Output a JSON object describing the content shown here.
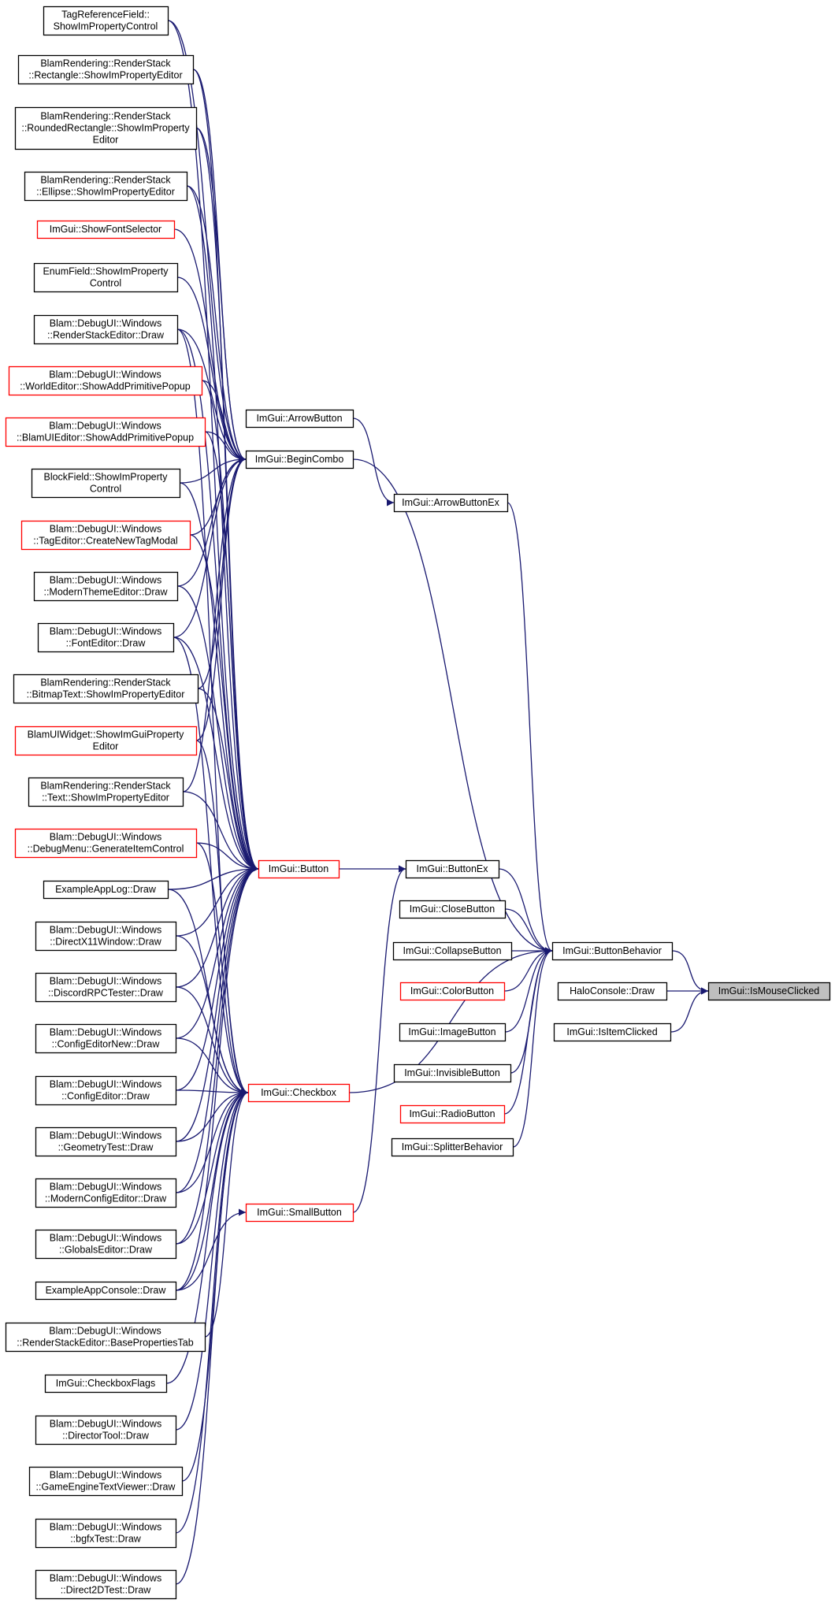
{
  "graph": {
    "colors": {
      "edge": "#191970",
      "caller_border": "#000000",
      "incomplete_border": "#ff0000",
      "root_fill": "#bfbfbf"
    },
    "nodes": [
      {
        "id": "n0",
        "style": "black",
        "lines": [
          "TagReferenceField::",
          "ShowImPropertyControl"
        ]
      },
      {
        "id": "n1",
        "style": "black",
        "lines": [
          "BlamRendering::RenderStack",
          "::Rectangle::ShowImPropertyEditor"
        ]
      },
      {
        "id": "n2",
        "style": "black",
        "lines": [
          "BlamRendering::RenderStack",
          "::RoundedRectangle::ShowImProperty",
          "Editor"
        ]
      },
      {
        "id": "n3",
        "style": "black",
        "lines": [
          "BlamRendering::RenderStack",
          "::Ellipse::ShowImPropertyEditor"
        ]
      },
      {
        "id": "n4",
        "style": "red",
        "lines": [
          "ImGui::ShowFontSelector"
        ]
      },
      {
        "id": "n5",
        "style": "black",
        "lines": [
          "EnumField::ShowImProperty",
          "Control"
        ]
      },
      {
        "id": "n6",
        "style": "black",
        "lines": [
          "Blam::DebugUI::Windows",
          "::RenderStackEditor::Draw"
        ]
      },
      {
        "id": "n7",
        "style": "red",
        "lines": [
          "Blam::DebugUI::Windows",
          "::WorldEditor::ShowAddPrimitivePopup"
        ]
      },
      {
        "id": "n8",
        "style": "red",
        "lines": [
          "Blam::DebugUI::Windows",
          "::BlamUIEditor::ShowAddPrimitivePopup"
        ]
      },
      {
        "id": "n9",
        "style": "black",
        "lines": [
          "BlockField::ShowImProperty",
          "Control"
        ]
      },
      {
        "id": "n10",
        "style": "red",
        "lines": [
          "Blam::DebugUI::Windows",
          "::TagEditor::CreateNewTagModal"
        ]
      },
      {
        "id": "n11",
        "style": "black",
        "lines": [
          "Blam::DebugUI::Windows",
          "::ModernThemeEditor::Draw"
        ]
      },
      {
        "id": "n12",
        "style": "black",
        "lines": [
          "Blam::DebugUI::Windows",
          "::FontEditor::Draw"
        ]
      },
      {
        "id": "n13",
        "style": "black",
        "lines": [
          "BlamRendering::RenderStack",
          "::BitmapText::ShowImPropertyEditor"
        ]
      },
      {
        "id": "n14",
        "style": "red",
        "lines": [
          "BlamUIWidget::ShowImGuiProperty",
          "Editor"
        ]
      },
      {
        "id": "n15",
        "style": "black",
        "lines": [
          "BlamRendering::RenderStack",
          "::Text::ShowImPropertyEditor"
        ]
      },
      {
        "id": "n16",
        "style": "red",
        "lines": [
          "Blam::DebugUI::Windows",
          "::DebugMenu::GenerateItemControl"
        ]
      },
      {
        "id": "n17",
        "style": "black",
        "lines": [
          "ExampleAppLog::Draw"
        ]
      },
      {
        "id": "n18",
        "style": "black",
        "lines": [
          "Blam::DebugUI::Windows",
          "::DirectX11Window::Draw"
        ]
      },
      {
        "id": "n19",
        "style": "black",
        "lines": [
          "Blam::DebugUI::Windows",
          "::DiscordRPCTester::Draw"
        ]
      },
      {
        "id": "n20",
        "style": "black",
        "lines": [
          "Blam::DebugUI::Windows",
          "::ConfigEditorNew::Draw"
        ]
      },
      {
        "id": "n21",
        "style": "black",
        "lines": [
          "Blam::DebugUI::Windows",
          "::ConfigEditor::Draw"
        ]
      },
      {
        "id": "n22",
        "style": "black",
        "lines": [
          "Blam::DebugUI::Windows",
          "::GeometryTest::Draw"
        ]
      },
      {
        "id": "n23",
        "style": "black",
        "lines": [
          "Blam::DebugUI::Windows",
          "::ModernConfigEditor::Draw"
        ]
      },
      {
        "id": "n24",
        "style": "black",
        "lines": [
          "Blam::DebugUI::Windows",
          "::GlobalsEditor::Draw"
        ]
      },
      {
        "id": "n25",
        "style": "black",
        "lines": [
          "ExampleAppConsole::Draw"
        ]
      },
      {
        "id": "n26",
        "style": "black",
        "lines": [
          "Blam::DebugUI::Windows",
          "::RenderStackEditor::BasePropertiesTab"
        ]
      },
      {
        "id": "n27",
        "style": "black",
        "lines": [
          "ImGui::CheckboxFlags"
        ]
      },
      {
        "id": "n28",
        "style": "black",
        "lines": [
          "Blam::DebugUI::Windows",
          "::DirectorTool::Draw"
        ]
      },
      {
        "id": "n29",
        "style": "black",
        "lines": [
          "Blam::DebugUI::Windows",
          "::GameEngineTextViewer::Draw"
        ]
      },
      {
        "id": "n30",
        "style": "black",
        "lines": [
          "Blam::DebugUI::Windows",
          "::bgfxTest::Draw"
        ]
      },
      {
        "id": "n31",
        "style": "black",
        "lines": [
          "Blam::DebugUI::Windows",
          "::Direct2DTest::Draw"
        ]
      },
      {
        "id": "n32",
        "style": "black",
        "lines": [
          "ImGui::ArrowButton"
        ]
      },
      {
        "id": "n33",
        "style": "black",
        "lines": [
          "ImGui::BeginCombo"
        ]
      },
      {
        "id": "n34",
        "style": "red",
        "lines": [
          "ImGui::Button"
        ]
      },
      {
        "id": "n35",
        "style": "red",
        "lines": [
          "ImGui::Checkbox"
        ]
      },
      {
        "id": "n36",
        "style": "red",
        "lines": [
          "ImGui::SmallButton"
        ]
      },
      {
        "id": "n37",
        "style": "black",
        "lines": [
          "ImGui::ArrowButtonEx"
        ]
      },
      {
        "id": "n38",
        "style": "black",
        "lines": [
          "ImGui::ButtonEx"
        ]
      },
      {
        "id": "n39",
        "style": "black",
        "lines": [
          "ImGui::CloseButton"
        ]
      },
      {
        "id": "n40",
        "style": "black",
        "lines": [
          "ImGui::CollapseButton"
        ]
      },
      {
        "id": "n41",
        "style": "red",
        "lines": [
          "ImGui::ColorButton"
        ]
      },
      {
        "id": "n42",
        "style": "black",
        "lines": [
          "ImGui::ImageButton"
        ]
      },
      {
        "id": "n43",
        "style": "black",
        "lines": [
          "ImGui::InvisibleButton"
        ]
      },
      {
        "id": "n44",
        "style": "red",
        "lines": [
          "ImGui::RadioButton"
        ]
      },
      {
        "id": "n45",
        "style": "black",
        "lines": [
          "ImGui::SplitterBehavior"
        ]
      },
      {
        "id": "n46",
        "style": "black",
        "lines": [
          "ImGui::ButtonBehavior"
        ]
      },
      {
        "id": "n47",
        "style": "black",
        "lines": [
          "HaloConsole::Draw"
        ]
      },
      {
        "id": "n48",
        "style": "black",
        "lines": [
          "ImGui::IsItemClicked"
        ]
      },
      {
        "id": "n49",
        "style": "root",
        "lines": [
          "ImGui::IsMouseClicked"
        ]
      }
    ],
    "edges": [
      [
        "n46",
        "n49"
      ],
      [
        "n47",
        "n49"
      ],
      [
        "n48",
        "n49"
      ],
      [
        "n37",
        "n46"
      ],
      [
        "n33",
        "n46"
      ],
      [
        "n38",
        "n46"
      ],
      [
        "n39",
        "n46"
      ],
      [
        "n40",
        "n46"
      ],
      [
        "n41",
        "n46"
      ],
      [
        "n42",
        "n46"
      ],
      [
        "n43",
        "n46"
      ],
      [
        "n44",
        "n46"
      ],
      [
        "n45",
        "n46"
      ],
      [
        "n35",
        "n46"
      ],
      [
        "n32",
        "n37"
      ],
      [
        "n34",
        "n38"
      ],
      [
        "n36",
        "n38"
      ],
      [
        "n0",
        "n33"
      ],
      [
        "n1",
        "n33"
      ],
      [
        "n2",
        "n33"
      ],
      [
        "n3",
        "n33"
      ],
      [
        "n4",
        "n33"
      ],
      [
        "n5",
        "n33"
      ],
      [
        "n6",
        "n33"
      ],
      [
        "n7",
        "n33"
      ],
      [
        "n8",
        "n33"
      ],
      [
        "n9",
        "n33"
      ],
      [
        "n10",
        "n33"
      ],
      [
        "n11",
        "n33"
      ],
      [
        "n12",
        "n33"
      ],
      [
        "n13",
        "n33"
      ],
      [
        "n14",
        "n33"
      ],
      [
        "n15",
        "n33"
      ],
      [
        "n0",
        "n34"
      ],
      [
        "n1",
        "n34"
      ],
      [
        "n2",
        "n34"
      ],
      [
        "n3",
        "n34"
      ],
      [
        "n6",
        "n34"
      ],
      [
        "n7",
        "n34"
      ],
      [
        "n8",
        "n34"
      ],
      [
        "n9",
        "n34"
      ],
      [
        "n10",
        "n34"
      ],
      [
        "n11",
        "n34"
      ],
      [
        "n12",
        "n34"
      ],
      [
        "n13",
        "n34"
      ],
      [
        "n15",
        "n34"
      ],
      [
        "n16",
        "n34"
      ],
      [
        "n17",
        "n34"
      ],
      [
        "n18",
        "n34"
      ],
      [
        "n19",
        "n34"
      ],
      [
        "n20",
        "n34"
      ],
      [
        "n21",
        "n34"
      ],
      [
        "n22",
        "n34"
      ],
      [
        "n23",
        "n34"
      ],
      [
        "n24",
        "n34"
      ],
      [
        "n25",
        "n34"
      ],
      [
        "n6",
        "n35"
      ],
      [
        "n12",
        "n35"
      ],
      [
        "n14",
        "n35"
      ],
      [
        "n16",
        "n35"
      ],
      [
        "n17",
        "n35"
      ],
      [
        "n18",
        "n35"
      ],
      [
        "n19",
        "n35"
      ],
      [
        "n20",
        "n35"
      ],
      [
        "n21",
        "n35"
      ],
      [
        "n22",
        "n35"
      ],
      [
        "n23",
        "n35"
      ],
      [
        "n24",
        "n35"
      ],
      [
        "n25",
        "n35"
      ],
      [
        "n26",
        "n35"
      ],
      [
        "n27",
        "n35"
      ],
      [
        "n28",
        "n35"
      ],
      [
        "n29",
        "n35"
      ],
      [
        "n30",
        "n35"
      ],
      [
        "n31",
        "n35"
      ],
      [
        "n25",
        "n36"
      ]
    ]
  }
}
